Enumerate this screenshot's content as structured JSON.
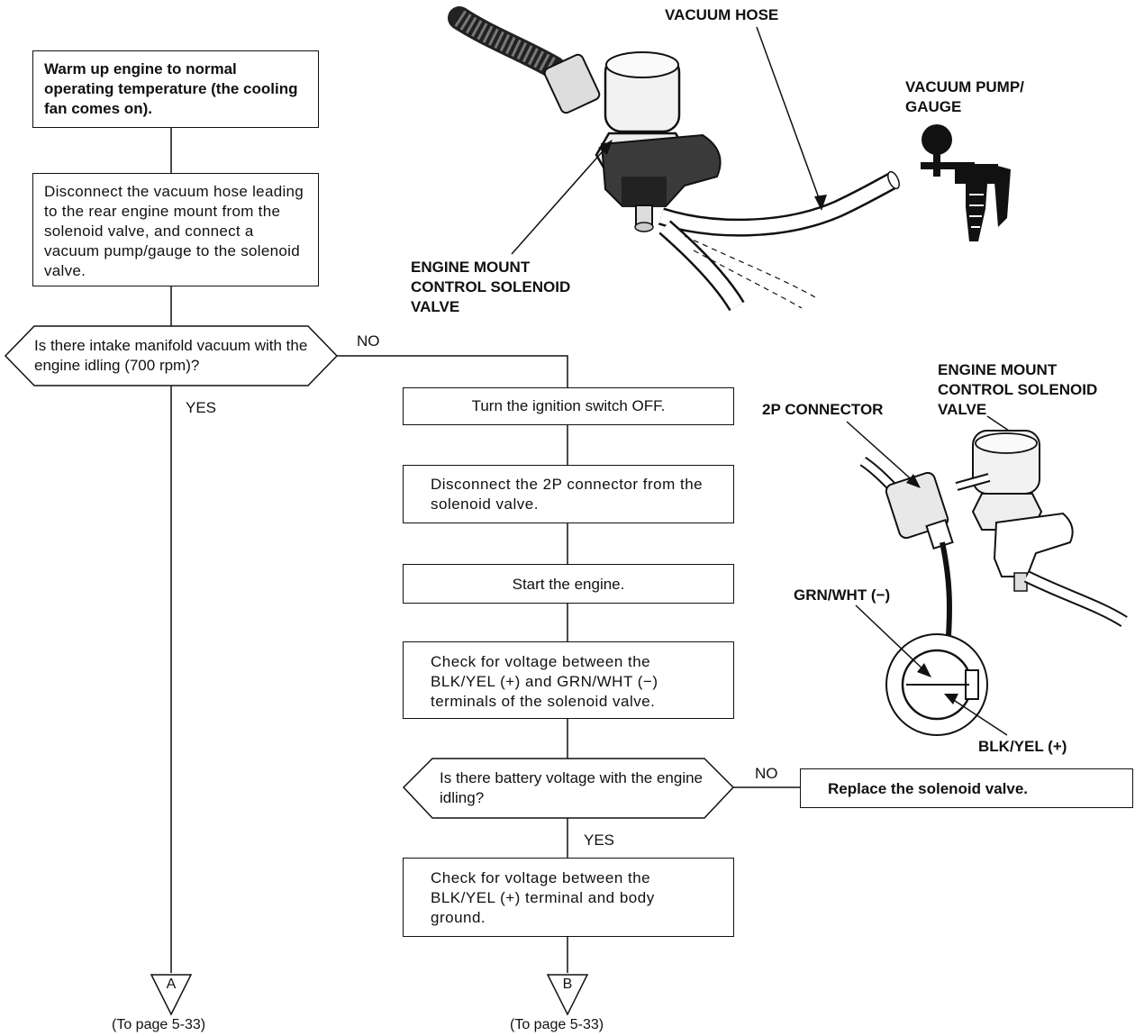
{
  "flow": {
    "step1": "Warm up engine to normal operating temperature (the cooling fan comes on).",
    "step2": "Disconnect the vacuum hose leading to the rear engine mount from the solenoid valve, and connect a vacuum pump/gauge to the solenoid valve.",
    "q1": "Is there intake manifold vacuum with the engine idling (700 rpm)?",
    "q1_no": "NO",
    "q1_yes": "YES",
    "b1": "Turn the ignition switch OFF.",
    "b2": "Disconnect the 2P connector from the solenoid valve.",
    "b3": "Start the engine.",
    "b4": "Check for voltage between the BLK/YEL (+) and GRN/WHT (−) terminals of the solenoid valve.",
    "q2": "Is there battery voltage with the engine idling?",
    "q2_no": "NO",
    "q2_yes": "YES",
    "replace": "Replace the solenoid valve.",
    "b5": "Check for voltage between the BLK/YEL (+) terminal and body ground.",
    "connector_a": "A",
    "connector_b": "B",
    "ref_a": "(To page 5-33)",
    "ref_b": "(To page 5-33)"
  },
  "callouts": {
    "vacuum_hose": "VACUUM HOSE",
    "vacuum_pump": "VACUUM PUMP/ GAUGE",
    "solenoid_top": "ENGINE MOUNT CONTROL SOLENOID VALVE",
    "solenoid_right": "ENGINE MOUNT CONTROL SOLENOID VALVE",
    "connector_2p": "2P CONNECTOR",
    "grn_wht": "GRN/WHT (−)",
    "blk_yel": "BLK/YEL (+)"
  }
}
